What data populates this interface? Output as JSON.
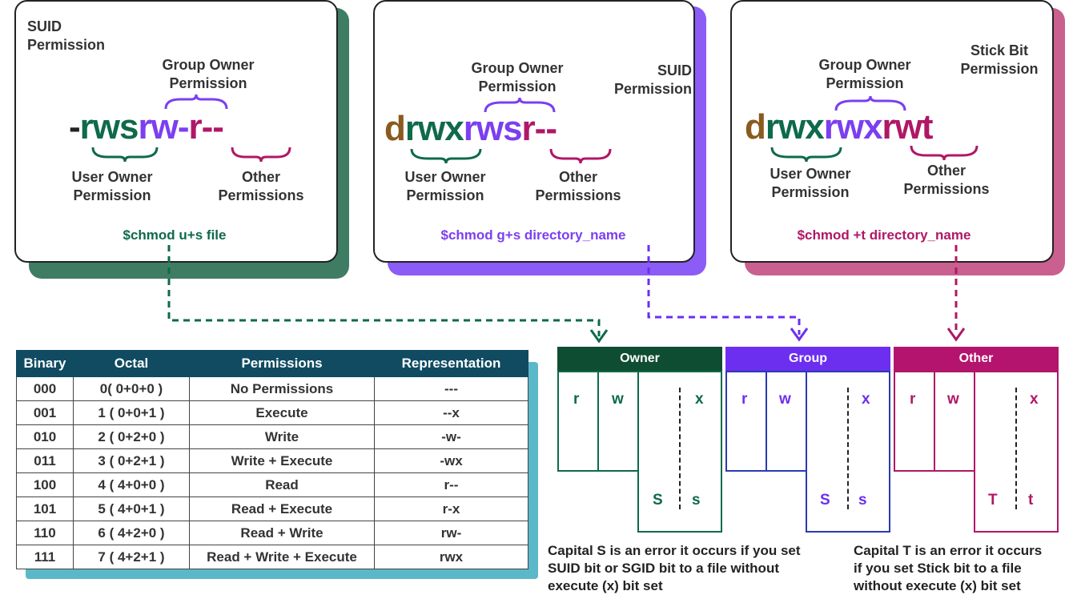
{
  "colors": {
    "green": "#0e6a4a",
    "purple": "#7b3ff0",
    "magenta": "#b01766",
    "brown": "#8a5a1e",
    "dark": "#222222",
    "table_header": "#104b62",
    "table_shadow": "#5bb8c9",
    "owner_header": "#0f4d33",
    "group_header": "#6c2ff0",
    "other_header": "#b4146e",
    "group_border": "#2a3ab0"
  },
  "cards": [
    {
      "top_label": [
        "SUID",
        "Permission"
      ],
      "group_label": [
        "Group Owner",
        "Permission"
      ],
      "user_label": [
        "User Owner",
        "Permission"
      ],
      "other_label": [
        "Other",
        "Permissions"
      ],
      "perm": {
        "type": "-",
        "user": "rws",
        "group": "rw-",
        "other": "r--"
      },
      "command": "$chmod u+s file"
    },
    {
      "top_label": [
        "SUID",
        "Permission"
      ],
      "group_label": [
        "Group Owner",
        "Permission"
      ],
      "user_label": [
        "User Owner",
        "Permission"
      ],
      "other_label": [
        "Other",
        "Permissions"
      ],
      "perm": {
        "type": "d",
        "user": "rwx",
        "group": "rws",
        "other": "r--"
      },
      "command": "$chmod g+s directory_name"
    },
    {
      "top_label": [
        "Stick Bit",
        "Permission"
      ],
      "group_label": [
        "Group Owner",
        "Permission"
      ],
      "user_label": [
        "User Owner",
        "Permission"
      ],
      "other_label": [
        "Other",
        "Permissions"
      ],
      "perm": {
        "type": "d",
        "user": "rwx",
        "group": "rwx",
        "other": "rwt"
      },
      "command": "$chmod +t directory_name"
    }
  ],
  "table": {
    "headers": [
      "Binary",
      "Octal",
      "Permissions",
      "Representation"
    ],
    "rows": [
      [
        "000",
        "0( 0+0+0 )",
        "No Permissions",
        "---"
      ],
      [
        "001",
        "1 ( 0+0+1 )",
        "Execute",
        "--x"
      ],
      [
        "010",
        "2 ( 0+2+0 )",
        "Write",
        "-w-"
      ],
      [
        "011",
        "3 ( 0+2+1 )",
        "Write + Execute",
        "-wx"
      ],
      [
        "100",
        "4 ( 4+0+0 )",
        "Read",
        "r--"
      ],
      [
        "101",
        "5 ( 4+0+1 )",
        "Read + Execute",
        "r-x"
      ],
      [
        "110",
        "6 ( 4+2+0 )",
        "Read + Write",
        "rw-"
      ],
      [
        "111",
        "7 ( 4+2+1 )",
        "Read + Write + Execute",
        "rwx"
      ]
    ]
  },
  "bits": {
    "owner": {
      "header": "Owner",
      "r": "r",
      "w": "w",
      "x": "x",
      "S": "S",
      "s": "s"
    },
    "group": {
      "header": "Group",
      "r": "r",
      "w": "w",
      "x": "x",
      "S": "S",
      "s": "s"
    },
    "other": {
      "header": "Other",
      "r": "r",
      "w": "w",
      "x": "x",
      "S": "T",
      "s": "t"
    }
  },
  "notes": {
    "capital_s": [
      "Capital S is an error it occurs if you set",
      "SUID bit or SGID bit to a file without",
      "execute (x) bit set"
    ],
    "capital_t": [
      "Capital T is an error it occurs",
      "if you set Stick bit to a file",
      "without execute (x) bit set"
    ]
  }
}
